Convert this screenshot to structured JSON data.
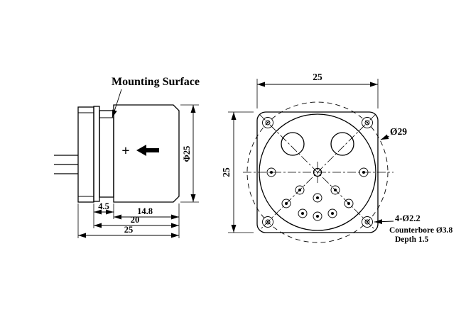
{
  "side_view": {
    "mounting_surface_label": "Mounting Surface",
    "plus_marker": "+",
    "dim_flange": "4.5",
    "dim_body": "14.8",
    "dim_twenty": "20",
    "dim_overall": "25",
    "dim_diameter": "Φ25"
  },
  "front_view": {
    "dim_width": "25",
    "dim_height": "25",
    "label_bolt_circle": "Ø29",
    "label_corner_holes": "4-Ø2.2",
    "label_counterbore": "Counterbore Ø3.8",
    "label_depth": "Depth 1.5"
  },
  "colors": {
    "ink": "#000000",
    "paper": "#ffffff"
  }
}
